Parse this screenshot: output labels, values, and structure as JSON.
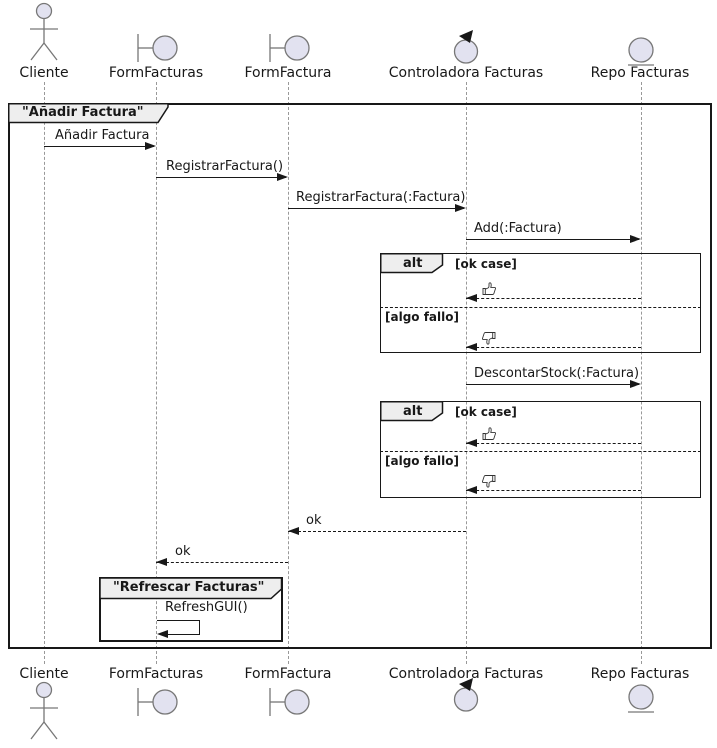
{
  "participants": [
    {
      "name": "Cliente",
      "type": "actor"
    },
    {
      "name": "FormFacturas",
      "type": "boundary"
    },
    {
      "name": "FormFactura",
      "type": "boundary"
    },
    {
      "name": "Controladora Facturas",
      "type": "control"
    },
    {
      "name": "Repo Facturas",
      "type": "entity"
    }
  ],
  "frames": {
    "main_title": "\"Añadir Factura\"",
    "refresh_title": "\"Refrescar Facturas\""
  },
  "alt": {
    "keyword": "alt",
    "ok_guard": "[ok case]",
    "fail_guard": "[algo fallo]"
  },
  "messages": {
    "anadir": "Añadir Factura",
    "registrar": "RegistrarFactura()",
    "registrar_param": "RegistrarFactura(:Factura)",
    "add": "Add(:Factura)",
    "descontar": "DescontarStock(:Factura)",
    "thumb_up": "👍",
    "thumb_down": "👎",
    "ok": "ok",
    "refresh": "RefreshGUI()"
  },
  "colors": {
    "icon_fill": "#E2E2F0",
    "icon_stroke": "#777777",
    "tab_fill": "#EEEEEE",
    "line": "#181818",
    "lifeline": "#999999"
  }
}
